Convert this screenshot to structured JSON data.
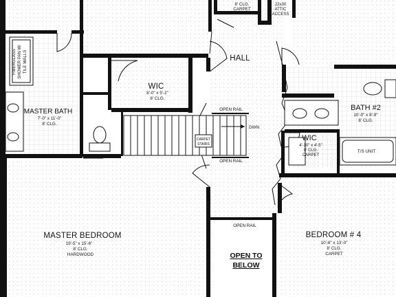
{
  "rooms": {
    "top_closet": {
      "clg": "8' CLG.",
      "floor": "CARPET"
    },
    "attic": {
      "dims": "22x30",
      "line1": "ATTIC",
      "line2": "ACCESS"
    },
    "hall": {
      "name": "HALL"
    },
    "shower": {
      "line1": "FIBERGLASS",
      "line2": "SHOWER PAN W/",
      "line3": "TILE WALLS"
    },
    "master_bath": {
      "name": "MASTER BATH",
      "dims": "7'-0\" x 11'-0\"",
      "clg": "8' CLG."
    },
    "wic_master": {
      "name": "WIC",
      "dims": "8'-0\" x 5'-2\"",
      "clg": "8' CLG."
    },
    "bath2": {
      "name": "BATH #2",
      "dims": "10'-0\" x 8'-9\"",
      "clg": "8' CLG."
    },
    "wic_small": {
      "name": "WIC",
      "dims": "4'-10\" x 4'-5\"",
      "clg": "8' CLG.",
      "floor": "CARPET"
    },
    "tub": {
      "label": "T/S UNIT"
    },
    "master_bedroom": {
      "name": "MASTER BEDROOM",
      "dims": "19'-5\" x 15'-6\"",
      "clg": "8' CLG.",
      "floor": "HARDWOOD"
    },
    "bedroom4": {
      "name": "BEDROOM # 4",
      "dims": "10'-8\" x 13'-0\"",
      "clg": "8' CLG.",
      "floor": "CARPET"
    },
    "open_to_below": {
      "line1": "OPEN TO",
      "line2": "BELOW"
    }
  },
  "stairs": {
    "direction": "DWN",
    "label1": "CARPET",
    "label2": "STAIRS"
  },
  "rails": {
    "top": "OPEN RAIL",
    "bottom": "OPEN RAIL",
    "open_below": "OPEN RAIL"
  },
  "colors": {
    "wall": "#111111",
    "dot_grid": "#c8c8c8",
    "background": "#ffffff"
  }
}
